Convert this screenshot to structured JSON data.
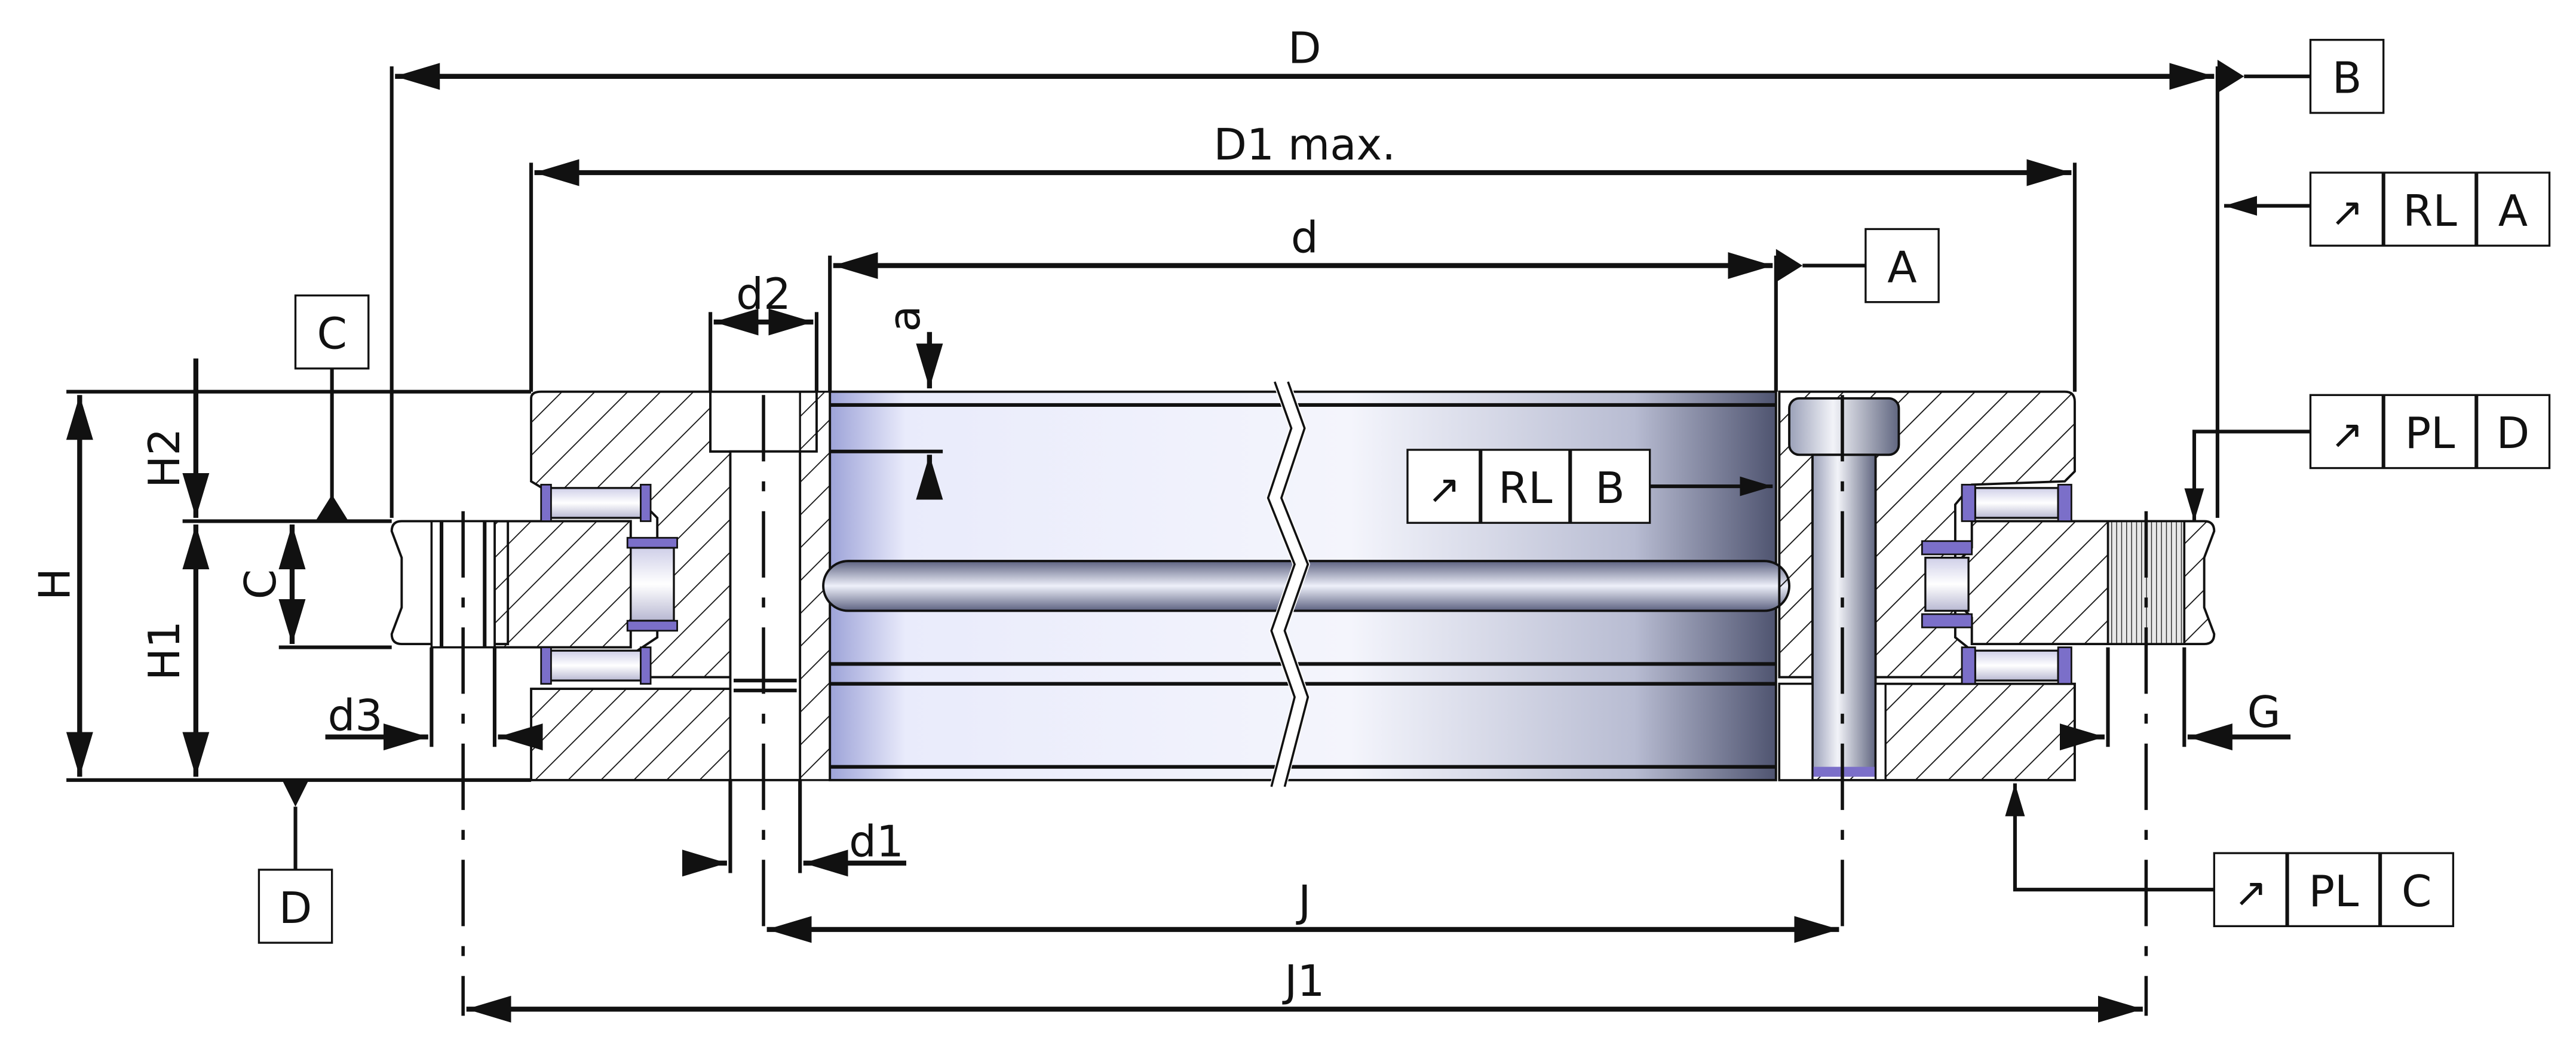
{
  "dimensions": {
    "D": "D",
    "D1": "D1 max.",
    "d": "d",
    "d2": "d2",
    "a": "a",
    "H": "H",
    "H1": "H1",
    "H2": "H2",
    "C": "C",
    "d3": "d3",
    "d1": "d1",
    "J": "J",
    "J1": "J1",
    "G": "G"
  },
  "datums": {
    "B": "B",
    "A": "A",
    "C": "C",
    "D": "D"
  },
  "tolerance_frames": [
    {
      "symbol": "↗",
      "type": "RL",
      "datum": "A"
    },
    {
      "symbol": "↗",
      "type": "PL",
      "datum": "D"
    },
    {
      "symbol": "↗",
      "type": "RL",
      "datum": "B"
    },
    {
      "symbol": "↗",
      "type": "PL",
      "datum": "C"
    }
  ],
  "colors": {
    "roller_blue": "#7b6fc9",
    "bore_light": "#eef0fb",
    "bore_dark": "#6d7390",
    "hatch": "#111111"
  }
}
